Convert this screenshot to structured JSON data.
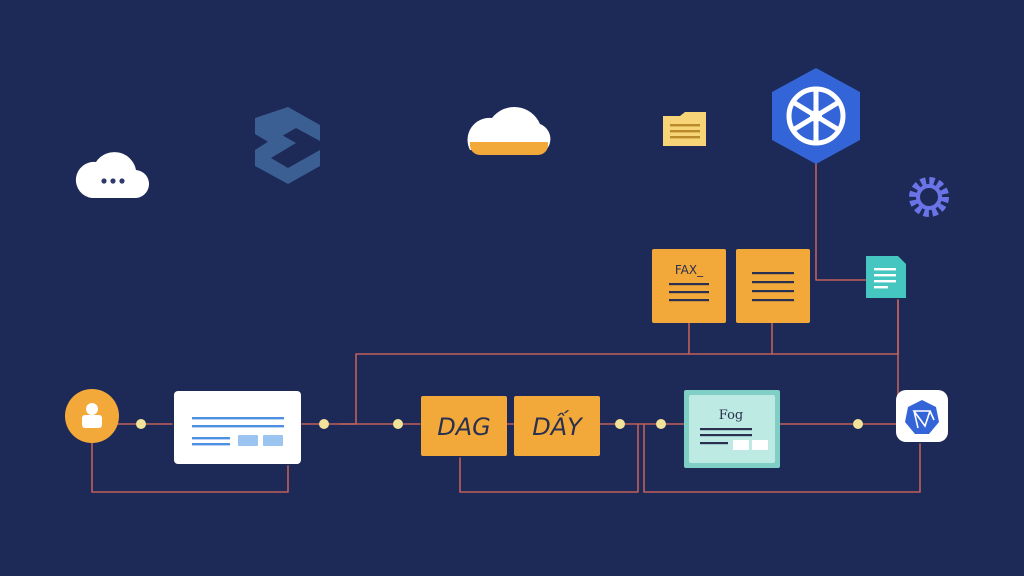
{
  "diagram": {
    "background": "#1d2a57",
    "colors": {
      "connector": "#c0605a",
      "junction_dot": "#f2e39a",
      "orange_card": "#f3a93a",
      "card_text_dark": "#2a3050",
      "white_card": "#ffffff",
      "teal_card": "#bdebe3",
      "cloud": "#ffffff",
      "accent_blue": "#3465d8",
      "steel_blue": "#3b5f93",
      "folder_yellow": "#f6d477",
      "teal_doc": "#45c6c1",
      "gear_purple": "#6a74e6"
    },
    "nodes": {
      "fax_card": {
        "label": "FAX_",
        "icon": "document-lines-icon"
      },
      "notes_card": {
        "label": "",
        "icon": "document-lines-icon"
      },
      "dag_card": {
        "label": "DAG"
      },
      "day_card": {
        "label": "DẤY"
      },
      "log_card": {
        "label": "Fog"
      },
      "input_card": {
        "label": ""
      },
      "user_node": {
        "icon": "user-icon"
      },
      "kubernetes_hub": {
        "icon": "ship-wheel-icon"
      },
      "cluster_node": {
        "icon": "polygon-hub-icon"
      }
    },
    "decorations": [
      {
        "name": "chat-cloud-icon"
      },
      {
        "name": "s-logo-icon"
      },
      {
        "name": "cloud-icon"
      },
      {
        "name": "folder-icon"
      },
      {
        "name": "gear-icon"
      },
      {
        "name": "teal-document-icon"
      }
    ]
  }
}
